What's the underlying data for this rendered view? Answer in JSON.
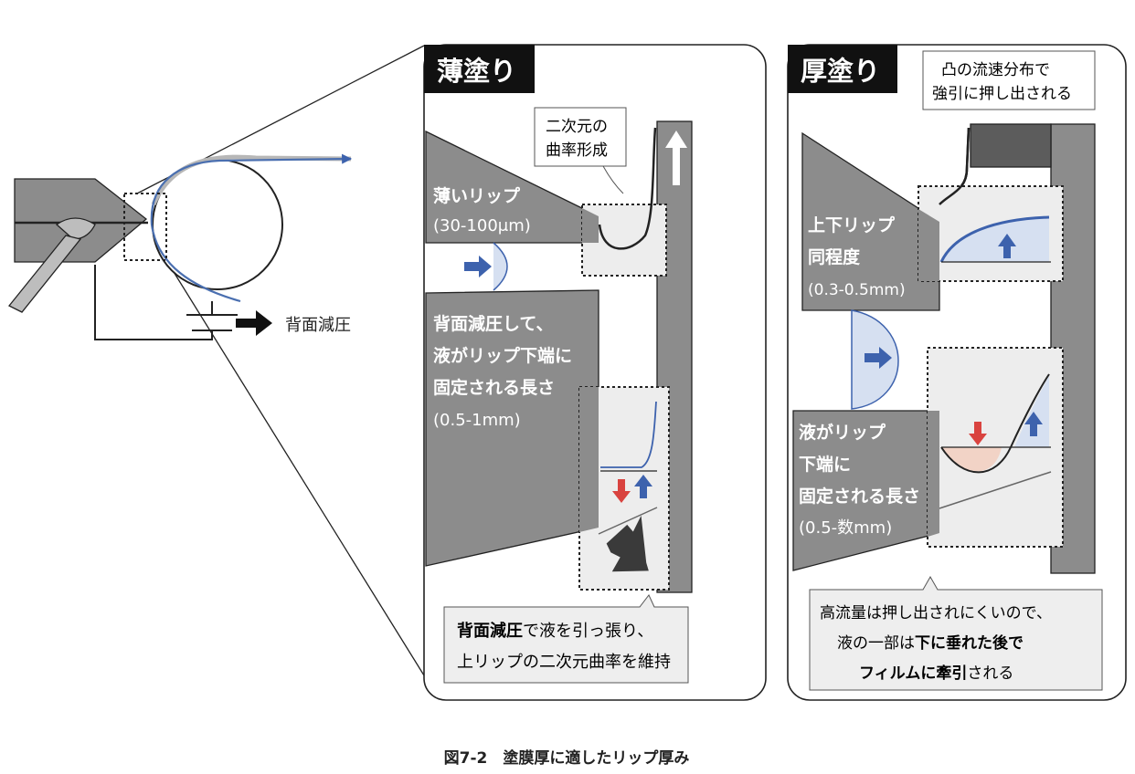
{
  "overview": {
    "label": "背面減圧"
  },
  "thin": {
    "title": "薄塗り",
    "note_curvature": [
      "二次元の",
      "曲率形成"
    ],
    "lip_label": "薄いリップ",
    "lip_value": "(30-100μm)",
    "lower_label": [
      "背面減圧して、",
      "液がリップ下端に",
      "固定される長さ"
    ],
    "lower_value": "(0.5-1mm)",
    "callout_line1_bold": "背面減圧",
    "callout_line1_rest": "で液を引っ張り、",
    "callout_line2": "上リップの二次元曲率を維持"
  },
  "thick": {
    "title": "厚塗り",
    "note_flow": [
      "凸の流速分布で",
      "強引に押し出される"
    ],
    "upper_label": [
      "上下リップ",
      "同程度"
    ],
    "upper_value": "(0.3-0.5mm)",
    "lower_label": [
      "液がリップ",
      "下端に",
      "固定される長さ"
    ],
    "lower_value": "(0.5-数mm)",
    "callout_line1": "高流量は押し出されにくいので、",
    "callout_line2_rest": "液の一部は",
    "callout_line2_bold": "下に垂れた後で",
    "callout_line3_bold": "フィルムに牽引",
    "callout_line3_rest": "される"
  },
  "caption": "図7-2　塗膜厚に適したリップ厚み",
  "colors": {
    "metal": "#8c8c8c",
    "metal_light": "#b0b0b0",
    "metal_dark": "#5c5c5c",
    "film": "#4a6fb0",
    "arrow_blue": "#3d62ad",
    "arrow_red": "#d9433f",
    "liquid_blue": "#d6e0f1",
    "liquid_pink": "#f2d3c6",
    "dotted_fill": "#ededed"
  }
}
